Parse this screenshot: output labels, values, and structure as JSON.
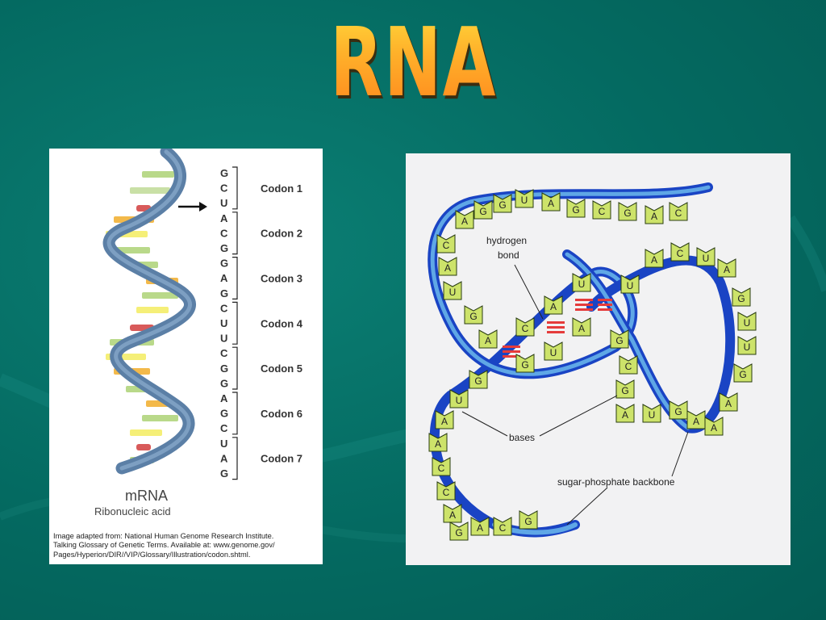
{
  "slide": {
    "title": "RNA",
    "background_color": "#066b62",
    "title_color": "#ffb12a"
  },
  "left_figure": {
    "bases": [
      "G",
      "C",
      "U",
      "A",
      "C",
      "G",
      "G",
      "A",
      "G",
      "C",
      "U",
      "U",
      "C",
      "G",
      "G",
      "A",
      "G",
      "C",
      "U",
      "A",
      "G"
    ],
    "codons": [
      "Codon 1",
      "Codon 2",
      "Codon 3",
      "Codon 4",
      "Codon 5",
      "Codon 6",
      "Codon 7"
    ],
    "caption_title": "mRNA",
    "caption_subtitle": "Ribonucleic acid",
    "credit_lines": [
      "Image adapted from: National Human Genome Research Institute.",
      "Talking Glossary of Genetic Terms. Available at: www.genome.gov/",
      "Pages/Hyperion/DIR//VIP/Glossary/Illustration/codon.shtml."
    ]
  },
  "right_figure": {
    "labels": {
      "hydrogen_bond_1": "hydrogen",
      "hydrogen_bond_2": "bond",
      "bases": "bases",
      "backbone": "sugar-phosphate backbone"
    },
    "base_letters": {
      "top": [
        "A",
        "G",
        "G",
        "U",
        "A",
        "G",
        "C",
        "G",
        "A",
        "C"
      ],
      "left": [
        "C",
        "A",
        "U",
        "G",
        "A",
        "G",
        "U",
        "A",
        "A",
        "C",
        "C",
        "A",
        "G",
        "A",
        "C",
        "G"
      ],
      "stem_top": [
        "C",
        "A",
        "U"
      ],
      "stem_bottom": [
        "G",
        "U",
        "A"
      ],
      "inner": [
        "G",
        "C",
        "G"
      ],
      "right_loop": [
        "U",
        "A",
        "C",
        "U",
        "A",
        "G",
        "U",
        "U",
        "G",
        "A",
        "A"
      ],
      "bottom": [
        "A",
        "U",
        "G",
        "A"
      ]
    }
  }
}
